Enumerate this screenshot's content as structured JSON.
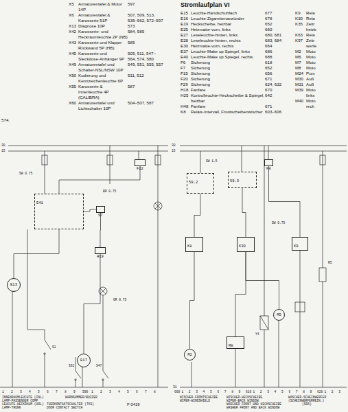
{
  "diagram": {
    "title": "Stromlaufplan VI",
    "nodes": [
      {
        "text": [
          "F22"
        ]
      },
      {
        "text": [
          "E41"
        ]
      },
      {
        "text": [
          "S7"
        ]
      },
      {
        "text": [
          "H19"
        ]
      },
      {
        "text": [
          "E13"
        ]
      },
      {
        "text": [
          "E17"
        ]
      },
      {
        "text": [
          "59.2"
        ]
      },
      {
        "text": [
          "59.5"
        ]
      },
      {
        "text": [
          "K8"
        ]
      },
      {
        "text": [
          "K30"
        ]
      },
      {
        "text": [
          "K9"
        ]
      },
      {
        "text": [
          "M2"
        ]
      },
      {
        "text": [
          "M5"
        ]
      },
      {
        "text": [
          "M8"
        ]
      },
      {
        "text": [
          "F8"
        ]
      }
    ],
    "edges": [
      {
        "from": 0,
        "to": 1,
        "arrow": "none"
      },
      {
        "from": 1,
        "to": 2,
        "arrow": "none"
      },
      {
        "from": 2,
        "to": 3,
        "arrow": "none"
      },
      {
        "from": 3,
        "to": 5,
        "arrow": "none"
      },
      {
        "from": 1,
        "to": 4,
        "arrow": "none"
      },
      {
        "from": 6,
        "to": 8,
        "arrow": "none"
      },
      {
        "from": 7,
        "to": 9,
        "arrow": "none"
      },
      {
        "from": 8,
        "to": 11,
        "arrow": "none"
      },
      {
        "from": 9,
        "to": 12,
        "arrow": "none"
      },
      {
        "from": 9,
        "to": 13,
        "arrow": "none"
      },
      {
        "from": 14,
        "to": 10,
        "arrow": "none"
      }
    ],
    "labels": [
      "X5",
      "Armaturentafel & Motor 14P",
      "597",
      "X6",
      "Armaturentafel & Karosserie 51P",
      "507, 509, 513, 535–562, 572–597",
      "X13",
      "Diagnose 10P",
      "573",
      "X42",
      "Karosserie- und Heckraumleuchte 2P (NB)",
      "584, 585",
      "X43",
      "Karosserie und Klappe-Rückwand 5P (HB)",
      "585",
      "X45",
      "Karosserie und Steckdose-Anhänger 9P",
      "505, 511, 547–564, 574, 580",
      "X49",
      "Armaturentafel und Schalter-NSL/NSW 10P",
      "549, 551, 555, 557",
      "X50",
      "Kodierung und Kennzeichenleuchte 6P",
      "511, 512",
      "X55",
      "Karosserie & Innenleuchte 4P (CALIBRA)",
      "587",
      "X60",
      "Armaturentafel und Lichtschalter 10P",
      "504–507, 587",
      "574,",
      "E15",
      "Leuchte-Handschuhfach",
      "677",
      "E16",
      "Leuchte-Zigarettenanzünder",
      "678",
      "E19",
      "Heckscheibe, heizbar",
      "652",
      "E25",
      "Heizmatte-vorn, links",
      "660",
      "E27",
      "Leseleuchte-hinten, links",
      "680, 681",
      "E28",
      "Leseleuchte-hinten, rechts",
      "683, 684",
      "E30",
      "Heizmatte-vorn, rechts",
      "664",
      "E37",
      "Leuchte-Make up Spiegel, links",
      "686",
      "E40",
      "Leuchte-Make up Spiegel, rechts",
      "688",
      "F6",
      "Sicherung",
      "618",
      "F7",
      "Sicherung",
      "652",
      "F15",
      "Sicherung",
      "656",
      "F20",
      "Sicherung",
      "671",
      "F29",
      "Sicherung",
      "624, 632",
      "H18",
      "Fanfare",
      "670",
      "H25",
      "Kontrolleuchte-Heckscheibe & Spiegel, heizbar",
      "642",
      "H48",
      "Fanfare",
      "671",
      "K8",
      "Relais-Intervall, Frontscheibenwischer",
      "603–606",
      "K9",
      "Rela",
      "K30",
      "Rela",
      "K35",
      "Zeitr heizb",
      "K63",
      "Rela",
      "K97",
      "Zeitr werfe",
      "M2",
      "Moto",
      "M6",
      "Moto",
      "M7",
      "Moto",
      "M8",
      "Moto",
      "M24",
      "Pum",
      "M30",
      "Auß",
      "M31",
      "Auß",
      "M39",
      "Moto links",
      "M40",
      "Moto rech",
      "30",
      "15",
      "30",
      "15",
      "31",
      "BR 0.75",
      "SW 0.75",
      "GR 0.75",
      "SW 1.5",
      "SW 0.75",
      "INNENRAUMLEUCHTE (INL)",
      "LAMP-PASSENGER COMP",
      "LEUCHTE-HECKRAUM (HRL)",
      "LAMP-TRUNK",
      "TUERKONTAKTSCHALTER (TKS)",
      "DOOR CONTACT SWITCH",
      "WARNSUMMER/BUZZER",
      "F 0419",
      "WISCHER-FRONTSCHEIBE",
      "WIPER-WINDSHIELD",
      "WISCHER-HECKSCHEIBE",
      "WIPER-BACK WINDOW",
      "WASCHER FRONT UND HECKSCHEIBE",
      "WASHER FRONT AND BACK WINDOW",
      "WASCHER-SCHEINWERFER",
      "(SCHEINWERFERREIN.)",
      "(SRA)",
      "R5",
      "Y4",
      "S2",
      "S32",
      "S47",
      "1",
      "2",
      "3",
      "4",
      "5",
      "6",
      "7",
      "8",
      "9",
      "590",
      "1",
      "2",
      "3",
      "4",
      "5",
      "6",
      "7",
      "8",
      "600",
      "1",
      "2",
      "3",
      "4",
      "5",
      "6",
      "7",
      "8",
      "9",
      "610",
      "1",
      "2",
      "3",
      "4",
      "5",
      "6",
      "7",
      "8",
      "9",
      "620",
      "1",
      "2",
      "3",
      "4"
    ]
  }
}
